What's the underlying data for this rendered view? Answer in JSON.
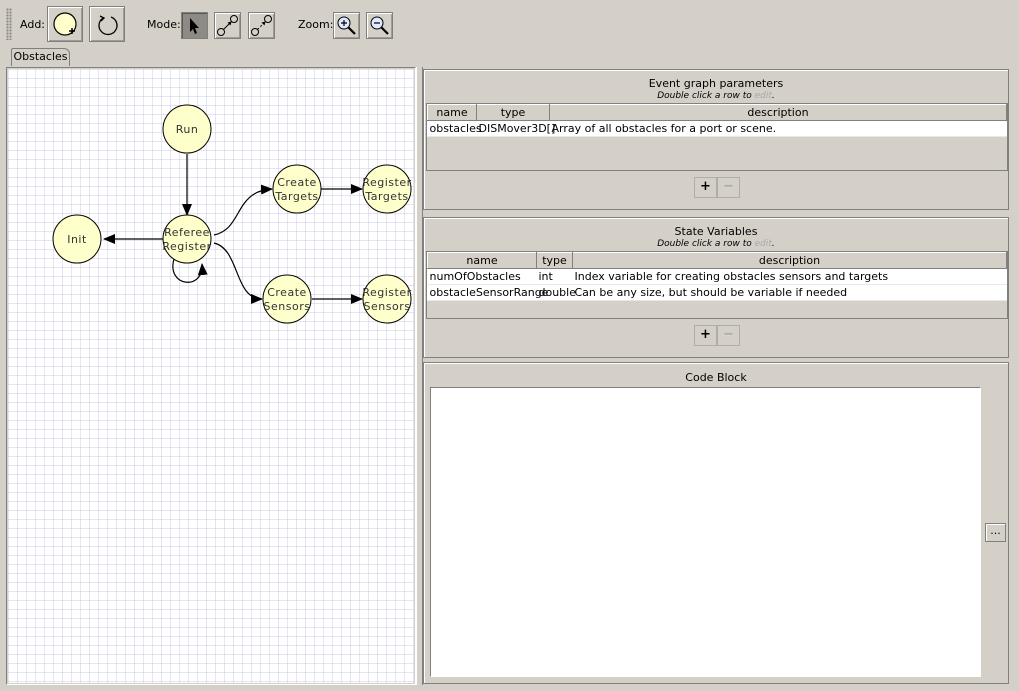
{
  "toolbar": {
    "add_label": "Add:",
    "mode_label": "Mode:",
    "zoom_label": "Zoom:"
  },
  "tab": {
    "label": "Obstacles"
  },
  "graph": {
    "nodes": [
      {
        "id": "run",
        "lines": [
          "Run"
        ]
      },
      {
        "id": "init",
        "lines": [
          "Init"
        ]
      },
      {
        "id": "referee",
        "lines": [
          "Referee",
          "Register"
        ]
      },
      {
        "id": "create-targets",
        "lines": [
          "Create",
          "Targets"
        ]
      },
      {
        "id": "register-targets",
        "lines": [
          "Register",
          "Targets"
        ]
      },
      {
        "id": "create-sensors",
        "lines": [
          "Create",
          "Sensors"
        ]
      },
      {
        "id": "register-sensors",
        "lines": [
          "Register",
          "Sensors"
        ]
      }
    ]
  },
  "params": {
    "title": "Event graph parameters",
    "hint_prefix": "Double click a row to ",
    "hint_dim": "edit",
    "hint_suffix": ".",
    "columns": [
      "name",
      "type",
      "description"
    ],
    "rows": [
      [
        "obstacles",
        "DISMover3D[]",
        "Array of all obstacles for a port or scene."
      ]
    ],
    "add_label": "+",
    "remove_label": "−"
  },
  "state": {
    "title": "State Variables",
    "hint_prefix": "Double click a row to ",
    "hint_dim": "edit",
    "hint_suffix": ".",
    "columns": [
      "name",
      "type",
      "description"
    ],
    "rows": [
      [
        "numOfObstacles",
        "int",
        "Index variable for creating obstacles sensors and targets"
      ],
      [
        "obstacleSensorRange",
        "double",
        "Can be any size, but should be variable if needed"
      ]
    ],
    "add_label": "+",
    "remove_label": "−"
  },
  "code": {
    "title": "Code Block",
    "button_label": "..."
  }
}
